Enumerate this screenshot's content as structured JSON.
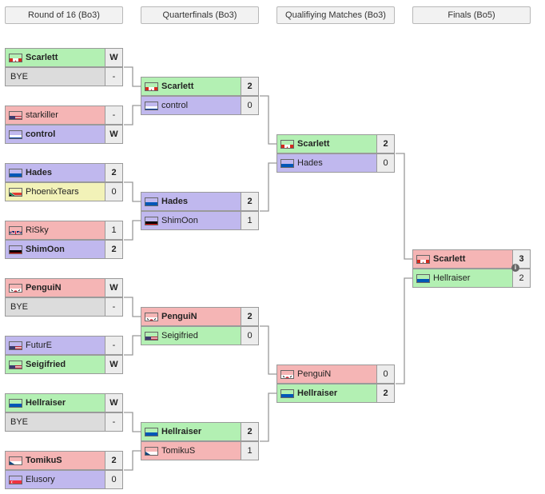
{
  "headers": [
    "Round of 16 (Bo3)",
    "Quarterfinals (Bo3)",
    "Qualifiying Matches (Bo3)",
    "Finals (Bo5)"
  ],
  "colors": {
    "win": "#b3f0b3",
    "loss": "#f5b5b5",
    "blue": "#c0b8ee",
    "grey": "#dcdcdc",
    "yellow": "#f2f2b8",
    "line": "#999999"
  },
  "slots": [
    {
      "id": "r16-1a",
      "name": "Scarlett",
      "flag": "canada",
      "score": "W",
      "bg": "win",
      "win": true
    },
    {
      "id": "r16-1b",
      "name": "BYE",
      "flag": "",
      "score": "-",
      "bg": "grey",
      "win": false
    },
    {
      "id": "r16-2a",
      "name": "starkiller",
      "flag": "usa",
      "score": "-",
      "bg": "loss",
      "win": false
    },
    {
      "id": "r16-2b",
      "name": "control",
      "flag": "russia",
      "score": "W",
      "bg": "blue",
      "win": true
    },
    {
      "id": "r16-3a",
      "name": "Hades",
      "flag": "ukraine",
      "score": "2",
      "bg": "blue",
      "win": true
    },
    {
      "id": "r16-3b",
      "name": "PhoenixTears",
      "flag": "southafrica",
      "score": "0",
      "bg": "yellow",
      "win": false
    },
    {
      "id": "r16-4a",
      "name": "RiSky",
      "flag": "uk",
      "score": "1",
      "bg": "loss",
      "win": false
    },
    {
      "id": "r16-4b",
      "name": "ShimOon",
      "flag": "germany",
      "score": "2",
      "bg": "blue",
      "win": true
    },
    {
      "id": "r16-5a",
      "name": "PenguiN",
      "flag": "korea",
      "score": "W",
      "bg": "loss",
      "win": true
    },
    {
      "id": "r16-5b",
      "name": "BYE",
      "flag": "",
      "score": "-",
      "bg": "grey",
      "win": false
    },
    {
      "id": "r16-6a",
      "name": "FuturE",
      "flag": "usa",
      "score": "-",
      "bg": "blue",
      "win": false
    },
    {
      "id": "r16-6b",
      "name": "Seigifried",
      "flag": "usa",
      "score": "W",
      "bg": "win",
      "win": true
    },
    {
      "id": "r16-7a",
      "name": "Hellraiser",
      "flag": "ukraine",
      "score": "W",
      "bg": "win",
      "win": true
    },
    {
      "id": "r16-7b",
      "name": "BYE",
      "flag": "",
      "score": "-",
      "bg": "grey",
      "win": false
    },
    {
      "id": "r16-8a",
      "name": "TomikuS",
      "flag": "czech",
      "score": "2",
      "bg": "loss",
      "win": true
    },
    {
      "id": "r16-8b",
      "name": "Elusory",
      "flag": "singapore",
      "score": "0",
      "bg": "blue",
      "win": false
    },
    {
      "id": "qf-1a",
      "name": "Scarlett",
      "flag": "canada",
      "score": "2",
      "bg": "win",
      "win": true
    },
    {
      "id": "qf-1b",
      "name": "control",
      "flag": "russia",
      "score": "0",
      "bg": "blue",
      "win": false
    },
    {
      "id": "qf-2a",
      "name": "Hades",
      "flag": "ukraine",
      "score": "2",
      "bg": "blue",
      "win": true
    },
    {
      "id": "qf-2b",
      "name": "ShimOon",
      "flag": "germany",
      "score": "1",
      "bg": "blue",
      "win": false
    },
    {
      "id": "qf-3a",
      "name": "PenguiN",
      "flag": "korea",
      "score": "2",
      "bg": "loss",
      "win": true
    },
    {
      "id": "qf-3b",
      "name": "Seigifried",
      "flag": "usa",
      "score": "0",
      "bg": "win",
      "win": false
    },
    {
      "id": "qf-4a",
      "name": "Hellraiser",
      "flag": "ukraine",
      "score": "2",
      "bg": "win",
      "win": true
    },
    {
      "id": "qf-4b",
      "name": "TomikuS",
      "flag": "czech",
      "score": "1",
      "bg": "loss",
      "win": false
    },
    {
      "id": "sf-1a",
      "name": "Scarlett",
      "flag": "canada",
      "score": "2",
      "bg": "win",
      "win": true
    },
    {
      "id": "sf-1b",
      "name": "Hades",
      "flag": "ukraine",
      "score": "0",
      "bg": "blue",
      "win": false
    },
    {
      "id": "sf-2a",
      "name": "PenguiN",
      "flag": "korea",
      "score": "0",
      "bg": "loss",
      "win": false
    },
    {
      "id": "sf-2b",
      "name": "Hellraiser",
      "flag": "ukraine",
      "score": "2",
      "bg": "win",
      "win": true
    },
    {
      "id": "f-a",
      "name": "Scarlett",
      "flag": "canada",
      "score": "3",
      "bg": "loss",
      "win": true
    },
    {
      "id": "f-b",
      "name": "Hellraiser",
      "flag": "ukraine",
      "score": "2",
      "bg": "win",
      "win": false
    }
  ]
}
